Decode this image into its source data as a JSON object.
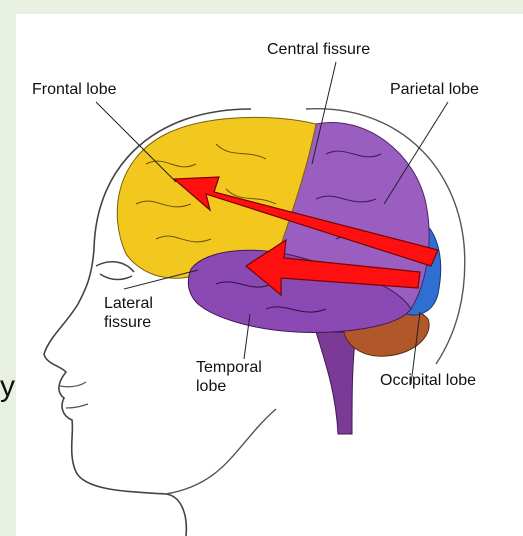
{
  "labels": {
    "central_fissure": "Central fissure",
    "frontal_lobe": "Frontal lobe",
    "parietal_lobe": "Parietal lobe",
    "lateral_fissure": "Lateral\nfissure",
    "temporal_lobe": "Temporal\nlobe",
    "occipital_lobe": "Occipital lobe"
  },
  "side_text": "y",
  "colors": {
    "frontal": "#f2c81f",
    "parietal": "#9a5ec0",
    "temporal": "#8a49b3",
    "occipital": "#2f6fd2",
    "cerebellum": "#b0582a",
    "brainstem": "#7a3a96",
    "arrow": "#ff1010",
    "slide_background": "#e7f0e1"
  }
}
